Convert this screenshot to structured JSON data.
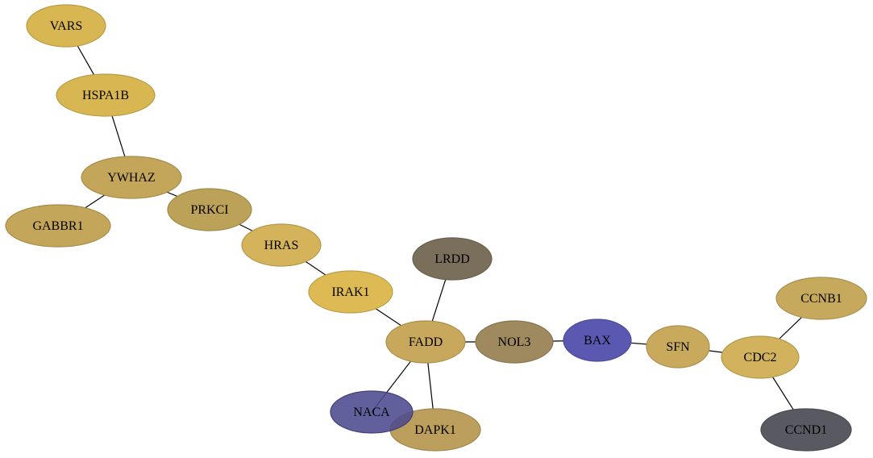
{
  "graph": {
    "nodes": [
      {
        "id": "VARS",
        "label": "VARS",
        "color": "#d8b651"
      },
      {
        "id": "HSPA1B",
        "label": "HSPA1B",
        "color": "#d8b651"
      },
      {
        "id": "YWHAZ",
        "label": "YWHAZ",
        "color": "#c4a65a"
      },
      {
        "id": "GABBR1",
        "label": "GABBR1",
        "color": "#c4a65a"
      },
      {
        "id": "PRKCI",
        "label": "PRKCI",
        "color": "#bca158"
      },
      {
        "id": "HRAS",
        "label": "HRAS",
        "color": "#d4b35a"
      },
      {
        "id": "IRAK1",
        "label": "IRAK1",
        "color": "#deba55"
      },
      {
        "id": "LRDD",
        "label": "LRDD",
        "color": "#7a6f5a"
      },
      {
        "id": "FADD",
        "label": "FADD",
        "color": "#c8a85c"
      },
      {
        "id": "NOL3",
        "label": "NOL3",
        "color": "#9e8a5e"
      },
      {
        "id": "BAX",
        "label": "BAX",
        "color": "#5a58b0"
      },
      {
        "id": "SFN",
        "label": "SFN",
        "color": "#c9aa5d"
      },
      {
        "id": "CDC2",
        "label": "CDC2",
        "color": "#d2b25c"
      },
      {
        "id": "CCNB1",
        "label": "CCNB1",
        "color": "#c7a95d"
      },
      {
        "id": "CCND1",
        "label": "CCND1",
        "color": "#595962"
      },
      {
        "id": "DAPK1",
        "label": "DAPK1",
        "color": "#bc9f5c"
      },
      {
        "id": "NACA",
        "label": "NACA",
        "color": "#4c4a8e"
      }
    ],
    "edges": [
      [
        "VARS",
        "HSPA1B"
      ],
      [
        "HSPA1B",
        "YWHAZ"
      ],
      [
        "YWHAZ",
        "GABBR1"
      ],
      [
        "YWHAZ",
        "PRKCI"
      ],
      [
        "PRKCI",
        "HRAS"
      ],
      [
        "HRAS",
        "IRAK1"
      ],
      [
        "IRAK1",
        "FADD"
      ],
      [
        "LRDD",
        "FADD"
      ],
      [
        "FADD",
        "NOL3"
      ],
      [
        "FADD",
        "NACA"
      ],
      [
        "FADD",
        "DAPK1"
      ],
      [
        "NOL3",
        "BAX"
      ],
      [
        "BAX",
        "SFN"
      ],
      [
        "SFN",
        "CDC2"
      ],
      [
        "CDC2",
        "CCNB1"
      ],
      [
        "CDC2",
        "CCND1"
      ]
    ]
  }
}
